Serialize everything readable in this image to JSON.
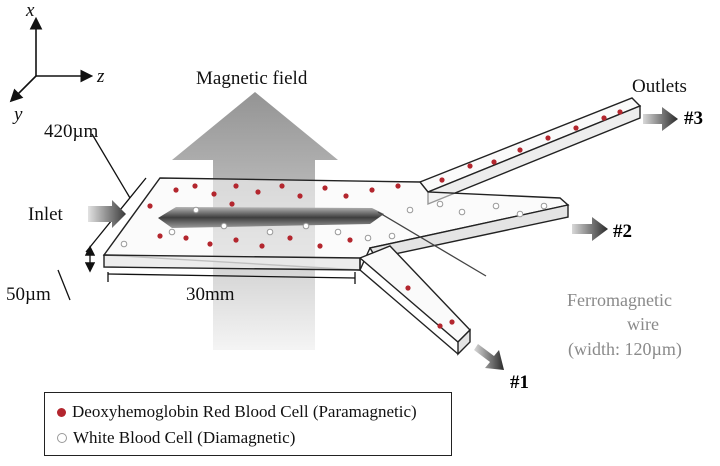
{
  "axes": {
    "x": "x",
    "y": "y",
    "z": "z"
  },
  "labels": {
    "magnetic_field": "Magnetic field",
    "outlets": "Outlets",
    "inlet": "Inlet",
    "width": "420µm",
    "depth": "50µm",
    "length": "30mm",
    "outlet_1": "#1",
    "outlet_2": "#2",
    "outlet_3": "#3",
    "wire_line1": "Ferromagnetic",
    "wire_line2": "wire",
    "wire_line3": "(width: 120µm)"
  },
  "legend": {
    "rbc": "Deoxyhemoglobin Red Blood Cell (Paramagnetic)",
    "wbc": "White Blood Cell (Diamagnetic)"
  },
  "colors": {
    "rbc": "#b3262e",
    "wbc": "#ffffff",
    "arrow": "#9a9a9a"
  }
}
